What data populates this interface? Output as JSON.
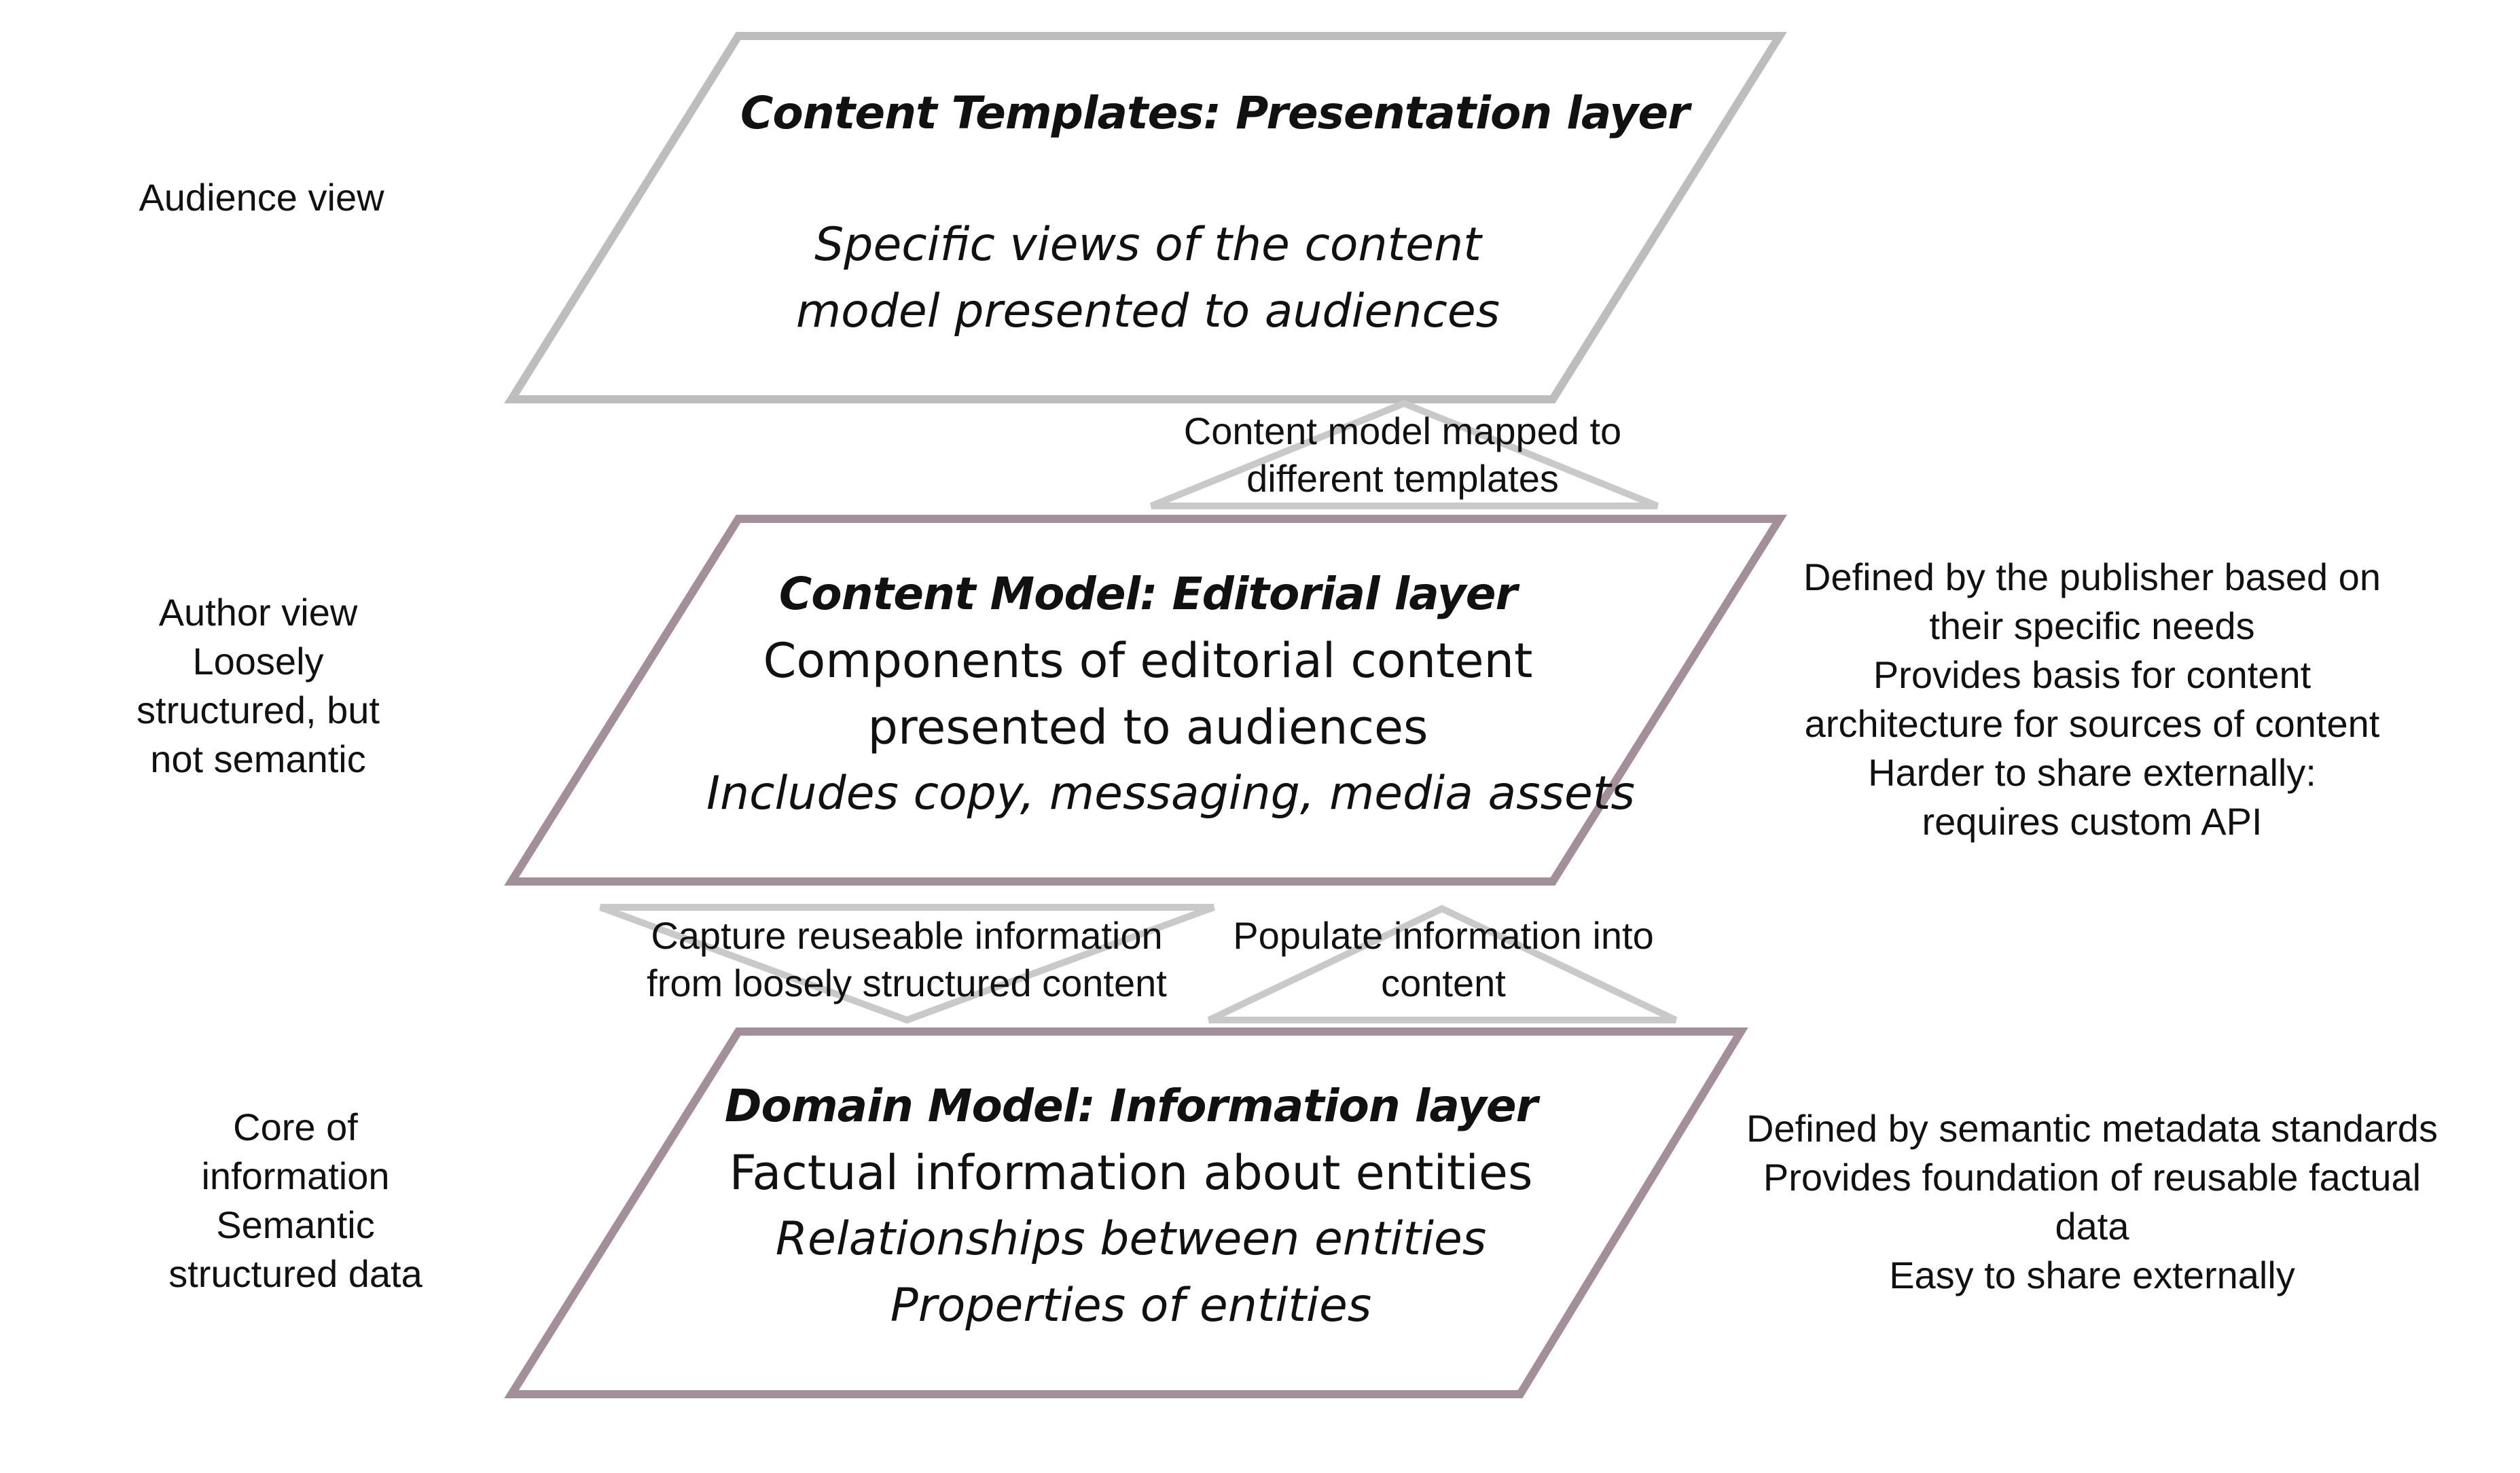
{
  "colors": {
    "top_layer_stroke": "#bdbdbd",
    "lower_layers_stroke": "#a38f9a",
    "connector_stroke": "#c9c9c9",
    "text": "#111111"
  },
  "left_labels": [
    {
      "lines": [
        "Audience view"
      ]
    },
    {
      "lines": [
        "Author view",
        "Loosely",
        "structured, but",
        "not semantic"
      ]
    },
    {
      "lines": [
        "Core of",
        "information",
        "Semantic",
        "structured data"
      ]
    }
  ],
  "layers": {
    "presentation": {
      "title": "Content Templates: Presentation layer",
      "italic_lines": [
        "Specific views of the content",
        "model presented to audiences"
      ]
    },
    "editorial": {
      "title": "Content Model: Editorial layer",
      "lines": [
        "Components of editorial content",
        "presented to audiences"
      ],
      "italic_lines": [
        "Includes copy, messaging, media assets"
      ]
    },
    "information": {
      "title": "Domain Model: Information layer",
      "lines": [
        "Factual information about entities"
      ],
      "italic_lines": [
        "Relationships between entities",
        "Properties of entities"
      ]
    }
  },
  "connectors": {
    "mapped": {
      "lines": [
        "Content model mapped to",
        "different templates"
      ]
    },
    "capture": {
      "lines": [
        "Capture reuseable information",
        "from loosely structured content"
      ]
    },
    "populate": {
      "lines": [
        "Populate information into",
        "content"
      ]
    }
  },
  "right_notes": {
    "editorial": {
      "lines": [
        "Defined by the publisher based on",
        "their specific needs",
        "Provides basis for content",
        "architecture for sources of content",
        "Harder to share externally:",
        "requires custom API"
      ]
    },
    "information": {
      "lines": [
        "Defined by semantic metadata standards",
        "Provides foundation of reusable factual",
        "data",
        "Easy to share externally"
      ]
    }
  }
}
